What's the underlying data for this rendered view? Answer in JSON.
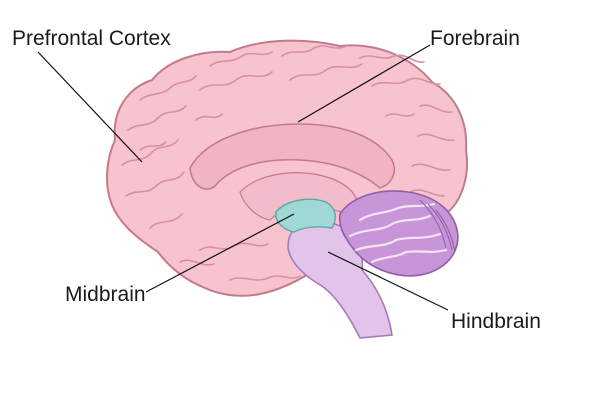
{
  "labels": {
    "prefrontal_cortex": "Prefrontal Cortex",
    "forebrain": "Forebrain",
    "midbrain": "Midbrain",
    "hindbrain": "Hindbrain"
  },
  "colors": {
    "cortex_fill": "#f6c3cf",
    "cortex_outline": "#c47a8c",
    "inner_fill": "#f0b4c2",
    "midbrain_fill": "#9fd8d4",
    "brainstem_fill": "#e2c3ea",
    "cerebellum_fill": "#c896d8",
    "leader_line": "#111111"
  }
}
